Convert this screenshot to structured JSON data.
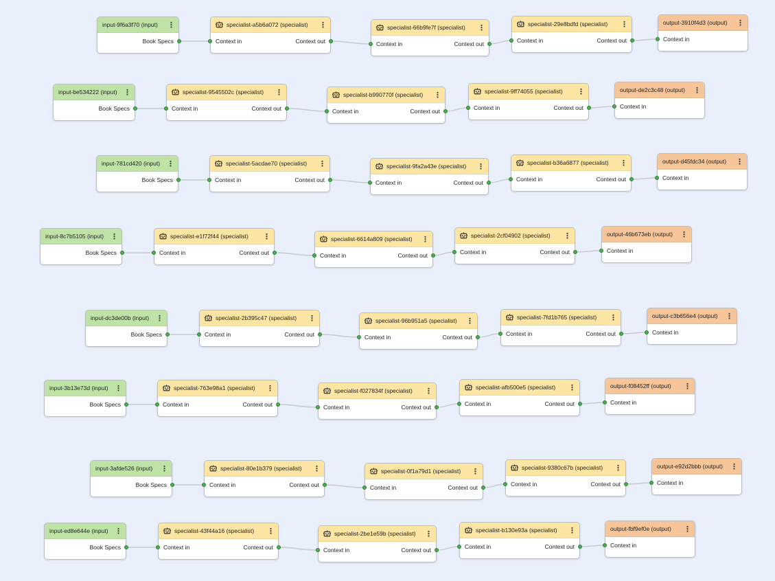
{
  "diagram": {
    "port_labels": {
      "book_specs": "Book Specs",
      "context_in": "Context in",
      "context_out": "Context out"
    },
    "colors": {
      "input_header": "#bfe3a7",
      "specialist_header": "#fde6a3",
      "output_header": "#f6c69a",
      "edge": "#c7c9ce",
      "port": "#4caf50",
      "background": "#e9f0fb"
    },
    "icons": {
      "specialist": "robot-icon",
      "menu": "kebab-menu-icon"
    },
    "pipelines": [
      {
        "nodes": [
          {
            "kind": "input",
            "title": "input-9f6a3f70 (input)"
          },
          {
            "kind": "specialist",
            "title": "specialist-a5b6a072 (specialist)"
          },
          {
            "kind": "specialist",
            "title": "specialist-66b9fe7f (specialist)"
          },
          {
            "kind": "specialist",
            "title": "specialist-29e8bdfd (specialist)"
          },
          {
            "kind": "output",
            "title": "output-3910f4d3 (output)"
          }
        ]
      },
      {
        "nodes": [
          {
            "kind": "input",
            "title": "input-be534222 (input)"
          },
          {
            "kind": "specialist",
            "title": "specialist-9545502c (specialist)"
          },
          {
            "kind": "specialist",
            "title": "specialist-b990770f (specialist)"
          },
          {
            "kind": "specialist",
            "title": "specialist-9ff74055 (specialist)"
          },
          {
            "kind": "output",
            "title": "output-de2c3c48 (output)"
          }
        ]
      },
      {
        "nodes": [
          {
            "kind": "input",
            "title": "input-781cd420 (input)"
          },
          {
            "kind": "specialist",
            "title": "specialist-5acdae70 (specialist)"
          },
          {
            "kind": "specialist",
            "title": "specialist-9fa2a43e (specialist)"
          },
          {
            "kind": "specialist",
            "title": "specialist-b36a6877 (specialist)"
          },
          {
            "kind": "output",
            "title": "output-d45fdc34 (output)"
          }
        ]
      },
      {
        "nodes": [
          {
            "kind": "input",
            "title": "input-8c7b5105 (input)"
          },
          {
            "kind": "specialist",
            "title": "specialist-e1f72f44 (specialist)"
          },
          {
            "kind": "specialist",
            "title": "specialist-6614a809 (specialist)"
          },
          {
            "kind": "specialist",
            "title": "specialist-2cf04902 (specialist)"
          },
          {
            "kind": "output",
            "title": "output-46b673eb (output)"
          }
        ]
      },
      {
        "nodes": [
          {
            "kind": "input",
            "title": "input-dc3de00b (input)"
          },
          {
            "kind": "specialist",
            "title": "specialist-2b395c47 (specialist)"
          },
          {
            "kind": "specialist",
            "title": "specialist-96b951a5 (specialist)"
          },
          {
            "kind": "specialist",
            "title": "specialist-7fd1b765 (specialist)"
          },
          {
            "kind": "output",
            "title": "output-c3b656e4 (output)"
          }
        ]
      },
      {
        "nodes": [
          {
            "kind": "input",
            "title": "input-3b13e73d (input)"
          },
          {
            "kind": "specialist",
            "title": "specialist-763e98a1 (specialist)"
          },
          {
            "kind": "specialist",
            "title": "specialist-f027834f (specialist)"
          },
          {
            "kind": "specialist",
            "title": "specialist-afb500e5 (specialist)"
          },
          {
            "kind": "output",
            "title": "output-f08452ff (output)"
          }
        ]
      },
      {
        "nodes": [
          {
            "kind": "input",
            "title": "input-3afde526 (input)"
          },
          {
            "kind": "specialist",
            "title": "specialist-80e1b379 (specialist)"
          },
          {
            "kind": "specialist",
            "title": "specialist-0f1a79d1 (specialist)"
          },
          {
            "kind": "specialist",
            "title": "specialist-9380c67b (specialist)"
          },
          {
            "kind": "output",
            "title": "output-e92d2bbb (output)"
          }
        ]
      },
      {
        "nodes": [
          {
            "kind": "input",
            "title": "input-ed8e644e (input)"
          },
          {
            "kind": "specialist",
            "title": "specialist-43f44a16 (specialist)"
          },
          {
            "kind": "specialist",
            "title": "specialist-2be1e59b (specialist)"
          },
          {
            "kind": "specialist",
            "title": "specialist-b130e93a (specialist)"
          },
          {
            "kind": "output",
            "title": "output-fbf9ef0e (output)"
          }
        ]
      }
    ]
  }
}
